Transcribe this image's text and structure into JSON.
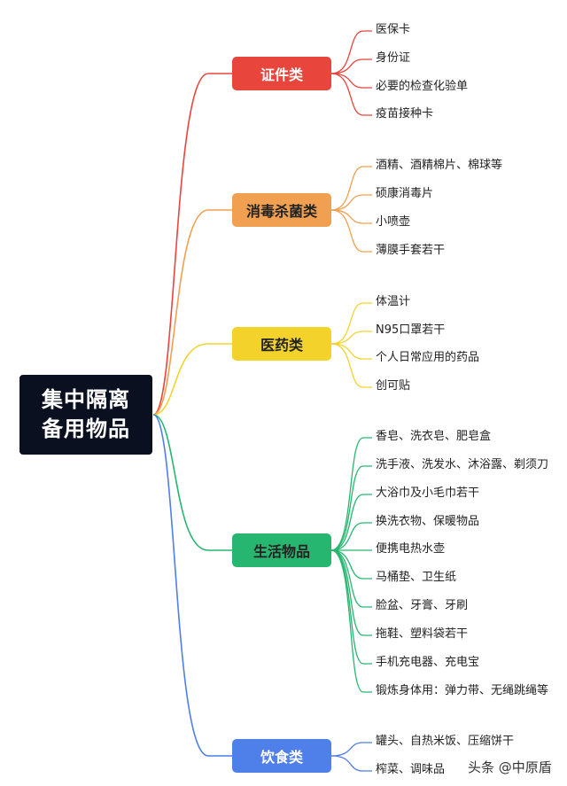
{
  "root": {
    "line1": "集中隔离",
    "line2": "备用物品"
  },
  "categories": [
    {
      "label": "证件类",
      "color": "#e8453c",
      "text_color": "#ffffff",
      "items": [
        "医保卡",
        "身份证",
        "必要的检查化验单",
        "疫苗接种卡"
      ]
    },
    {
      "label": "消毒杀菌类",
      "color": "#f0a050",
      "text_color": "#222222",
      "items": [
        "酒精、酒精棉片、棉球等",
        "硕康消毒片",
        "小喷壶",
        "薄膜手套若干"
      ]
    },
    {
      "label": "医药类",
      "color": "#f3d32b",
      "text_color": "#222222",
      "items": [
        "体温计",
        "N95口罩若干",
        "个人日常应用的药品",
        "创可贴"
      ]
    },
    {
      "label": "生活物品",
      "color": "#27b66f",
      "text_color": "#222222",
      "items": [
        "香皂、洗衣皂、肥皂盒",
        "洗手液、洗发水、沐浴露、剃须刀",
        "大浴巾及小毛巾若干",
        "换洗衣物、保暖物品",
        "便携电热水壶",
        "马桶垫、卫生纸",
        "脸盆、牙膏、牙刷",
        "拖鞋、塑料袋若干",
        "手机充电器、充电宝",
        "锻炼身体用：弹力带、无绳跳绳等"
      ]
    },
    {
      "label": "饮食类",
      "color": "#4f7fe8",
      "text_color": "#ffffff",
      "items": [
        "罐头、自热米饭、压缩饼干",
        "榨菜、调味品"
      ]
    }
  ],
  "watermark": "头条 @中原盾"
}
